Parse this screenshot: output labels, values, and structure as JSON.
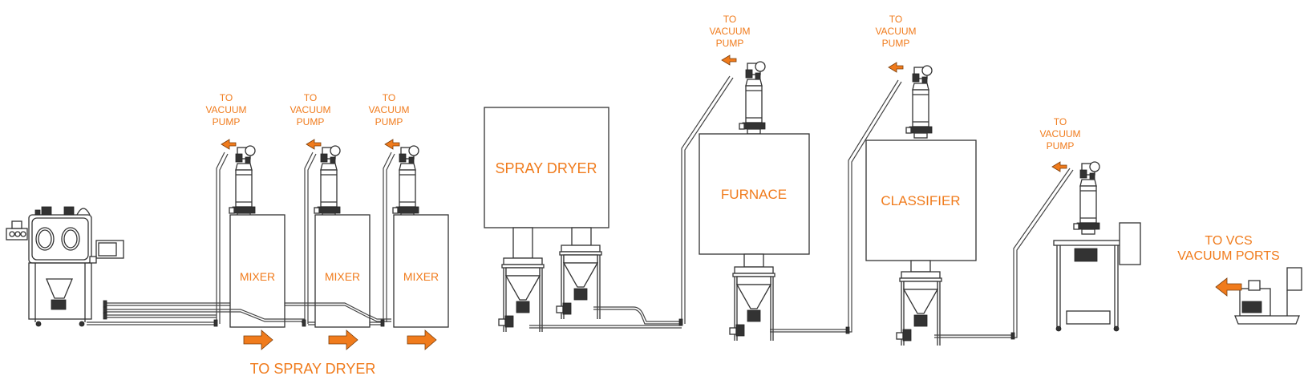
{
  "colors": {
    "accent": "#f07b1c",
    "line": "#333333",
    "background": "#ffffff"
  },
  "labels": {
    "to_vacuum_pump": [
      "TO",
      "VACUUM",
      "PUMP"
    ],
    "to_spray_dryer": "TO SPRAY DRYER",
    "to_vcs_vacuum_ports": [
      "TO VCS",
      "VACUUM PORTS"
    ]
  },
  "equipment": {
    "glovebox": {
      "name": "glovebox"
    },
    "mixers": [
      {
        "label": "MIXER"
      },
      {
        "label": "MIXER"
      },
      {
        "label": "MIXER"
      }
    ],
    "spray_dryer": {
      "label": "SPRAY DRYER"
    },
    "furnace": {
      "label": "FURNACE"
    },
    "classifier": {
      "label": "CLASSIFIER"
    },
    "bag_station": {
      "name": "bag-station"
    },
    "vacuum_pump": {
      "name": "vacuum-pump"
    }
  },
  "vacuum_pump_callouts": [
    {
      "lines": [
        "TO",
        "VACUUM",
        "PUMP"
      ]
    },
    {
      "lines": [
        "TO",
        "VACUUM",
        "PUMP"
      ]
    },
    {
      "lines": [
        "TO",
        "VACUUM",
        "PUMP"
      ]
    },
    {
      "lines": [
        "TO",
        "VACUUM",
        "PUMP"
      ]
    },
    {
      "lines": [
        "TO",
        "VACUUM",
        "PUMP"
      ]
    },
    {
      "lines": [
        "TO",
        "VACUUM",
        "PUMP"
      ]
    }
  ]
}
